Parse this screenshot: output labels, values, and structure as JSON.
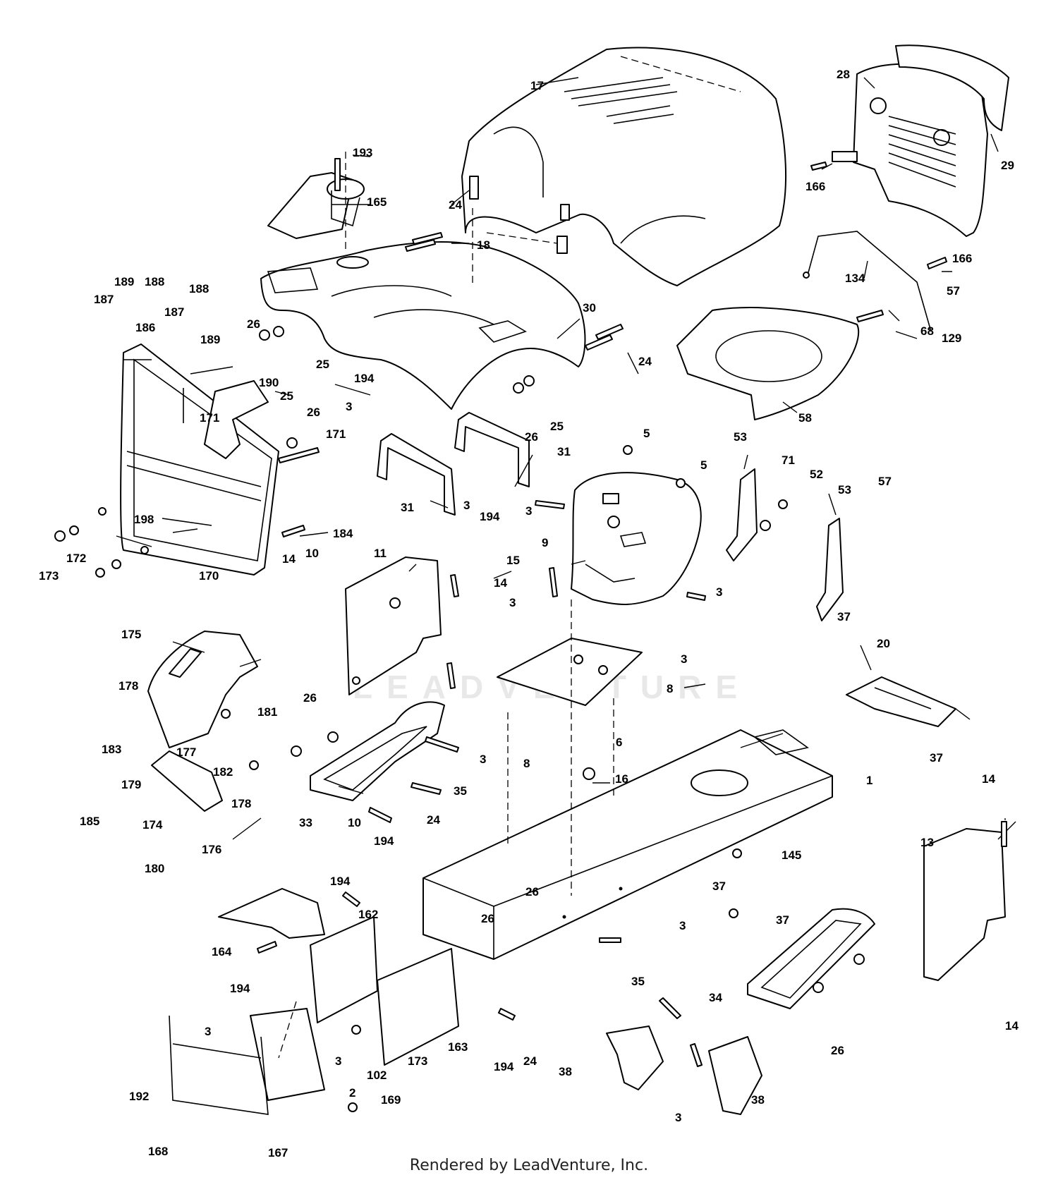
{
  "watermark": "LEADVENTURE",
  "footer": "Rendered by LeadVenture, Inc.",
  "labels": [
    {
      "id": "l1",
      "text": "17"
    },
    {
      "id": "l2",
      "text": "28"
    },
    {
      "id": "l3",
      "text": "29"
    },
    {
      "id": "l4",
      "text": "166"
    },
    {
      "id": "l5",
      "text": "166"
    },
    {
      "id": "l6",
      "text": "193"
    },
    {
      "id": "l7",
      "text": "165"
    },
    {
      "id": "l8",
      "text": "24"
    },
    {
      "id": "l9",
      "text": "18"
    },
    {
      "id": "l10",
      "text": "134"
    },
    {
      "id": "l11",
      "text": "57"
    },
    {
      "id": "l12",
      "text": "68"
    },
    {
      "id": "l13",
      "text": "129"
    },
    {
      "id": "l14",
      "text": "189"
    },
    {
      "id": "l15",
      "text": "188"
    },
    {
      "id": "l16",
      "text": "187"
    },
    {
      "id": "l17",
      "text": "188"
    },
    {
      "id": "l18",
      "text": "187"
    },
    {
      "id": "l19",
      "text": "186"
    },
    {
      "id": "l20",
      "text": "189"
    },
    {
      "id": "l21",
      "text": "26"
    },
    {
      "id": "l22",
      "text": "25"
    },
    {
      "id": "l23",
      "text": "30"
    },
    {
      "id": "l24",
      "text": "24"
    },
    {
      "id": "l25",
      "text": "190"
    },
    {
      "id": "l26",
      "text": "194"
    },
    {
      "id": "l27",
      "text": "25"
    },
    {
      "id": "l28",
      "text": "26"
    },
    {
      "id": "l29",
      "text": "171"
    },
    {
      "id": "l30",
      "text": "171"
    },
    {
      "id": "l31",
      "text": "3"
    },
    {
      "id": "l32",
      "text": "26"
    },
    {
      "id": "l33",
      "text": "25"
    },
    {
      "id": "l34",
      "text": "58"
    },
    {
      "id": "l35",
      "text": "31"
    },
    {
      "id": "l36",
      "text": "31"
    },
    {
      "id": "l37",
      "text": "5"
    },
    {
      "id": "l38",
      "text": "5"
    },
    {
      "id": "l39",
      "text": "53"
    },
    {
      "id": "l40",
      "text": "71"
    },
    {
      "id": "l41",
      "text": "52"
    },
    {
      "id": "l42",
      "text": "53"
    },
    {
      "id": "l43",
      "text": "57"
    },
    {
      "id": "l44",
      "text": "3"
    },
    {
      "id": "l45",
      "text": "194"
    },
    {
      "id": "l46",
      "text": "3"
    },
    {
      "id": "l47",
      "text": "198"
    },
    {
      "id": "l48",
      "text": "184"
    },
    {
      "id": "l49",
      "text": "172"
    },
    {
      "id": "l50",
      "text": "173"
    },
    {
      "id": "l51",
      "text": "10"
    },
    {
      "id": "l52",
      "text": "170"
    },
    {
      "id": "l53",
      "text": "9"
    },
    {
      "id": "l54",
      "text": "11"
    },
    {
      "id": "l55",
      "text": "15"
    },
    {
      "id": "l56",
      "text": "14"
    },
    {
      "id": "l57",
      "text": "14"
    },
    {
      "id": "l58",
      "text": "3"
    },
    {
      "id": "l59",
      "text": "3"
    },
    {
      "id": "l60",
      "text": "37"
    },
    {
      "id": "l61",
      "text": "20"
    },
    {
      "id": "l62",
      "text": "175"
    },
    {
      "id": "l63",
      "text": "3"
    },
    {
      "id": "l64",
      "text": "178"
    },
    {
      "id": "l65",
      "text": "8"
    },
    {
      "id": "l66",
      "text": "181"
    },
    {
      "id": "l67",
      "text": "26"
    },
    {
      "id": "l68",
      "text": "6"
    },
    {
      "id": "l69",
      "text": "37"
    },
    {
      "id": "l70",
      "text": "183"
    },
    {
      "id": "l71",
      "text": "177"
    },
    {
      "id": "l72",
      "text": "182"
    },
    {
      "id": "l73",
      "text": "3"
    },
    {
      "id": "l74",
      "text": "8"
    },
    {
      "id": "l75",
      "text": "179"
    },
    {
      "id": "l76",
      "text": "16"
    },
    {
      "id": "l77",
      "text": "1"
    },
    {
      "id": "l78",
      "text": "14"
    },
    {
      "id": "l79",
      "text": "178"
    },
    {
      "id": "l80",
      "text": "35"
    },
    {
      "id": "l81",
      "text": "185"
    },
    {
      "id": "l82",
      "text": "174"
    },
    {
      "id": "l83",
      "text": "33"
    },
    {
      "id": "l84",
      "text": "10"
    },
    {
      "id": "l85",
      "text": "24"
    },
    {
      "id": "l86",
      "text": "176"
    },
    {
      "id": "l87",
      "text": "180"
    },
    {
      "id": "l88",
      "text": "194"
    },
    {
      "id": "l89",
      "text": "145"
    },
    {
      "id": "l90",
      "text": "13"
    },
    {
      "id": "l91",
      "text": "194"
    },
    {
      "id": "l92",
      "text": "162"
    },
    {
      "id": "l93",
      "text": "26"
    },
    {
      "id": "l94",
      "text": "37"
    },
    {
      "id": "l95",
      "text": "26"
    },
    {
      "id": "l96",
      "text": "3"
    },
    {
      "id": "l97",
      "text": "37"
    },
    {
      "id": "l98",
      "text": "164"
    },
    {
      "id": "l99",
      "text": "194"
    },
    {
      "id": "l100",
      "text": "35"
    },
    {
      "id": "l101",
      "text": "34"
    },
    {
      "id": "l102",
      "text": "3"
    },
    {
      "id": "l103",
      "text": "3"
    },
    {
      "id": "l104",
      "text": "173"
    },
    {
      "id": "l105",
      "text": "163"
    },
    {
      "id": "l106",
      "text": "194"
    },
    {
      "id": "l107",
      "text": "24"
    },
    {
      "id": "l108",
      "text": "26"
    },
    {
      "id": "l109",
      "text": "14"
    },
    {
      "id": "l110",
      "text": "102"
    },
    {
      "id": "l111",
      "text": "38"
    },
    {
      "id": "l112",
      "text": "38"
    },
    {
      "id": "l113",
      "text": "192"
    },
    {
      "id": "l114",
      "text": "2"
    },
    {
      "id": "l115",
      "text": "169"
    },
    {
      "id": "l116",
      "text": "3"
    },
    {
      "id": "l117",
      "text": "168"
    },
    {
      "id": "l118",
      "text": "167"
    }
  ]
}
